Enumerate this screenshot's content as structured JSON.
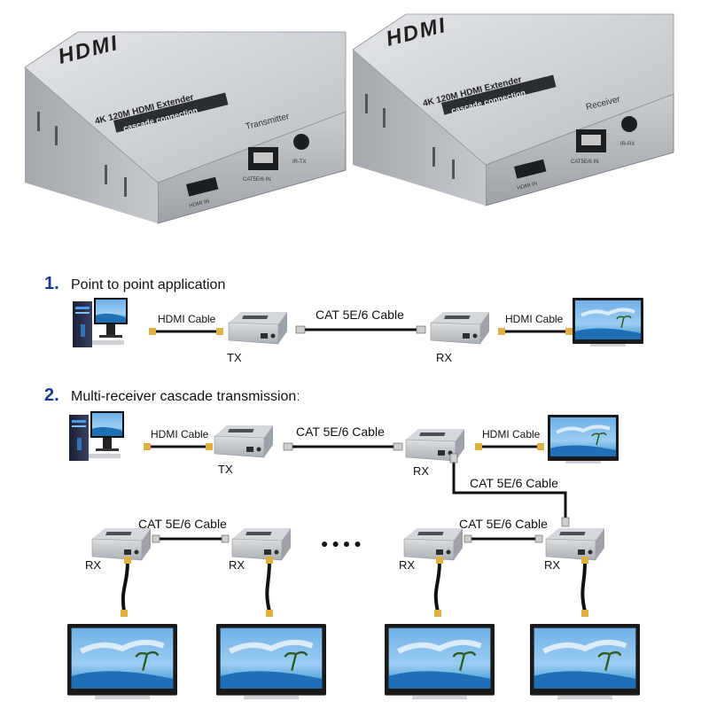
{
  "devices": {
    "logo": "HDMI",
    "title": "4K 120M HDMI Extender",
    "subtitle": "cascade connection",
    "transmitter": {
      "side_label": "Transmitter",
      "ports": [
        "HDMI IN",
        "CAT5E/6 IN",
        "IR-TX"
      ]
    },
    "receiver": {
      "side_label": "Receiver",
      "ports": [
        "HDMI IN",
        "CAT5E/6 IN",
        "IR-RX"
      ]
    }
  },
  "section1": {
    "number": "1.",
    "title": "Point to point application",
    "hdmi_cable_left": "HDMI Cable",
    "cat_cable": "CAT 5E/6 Cable",
    "hdmi_cable_right": "HDMI Cable",
    "tx": "TX",
    "rx": "RX"
  },
  "section2": {
    "number": "2.",
    "title": "Multi-receiver cascade transmissionː",
    "hdmi_cable_left": "HDMI Cable",
    "cat_cable_top": "CAT 5E/6 Cable",
    "hdmi_cable_right": "HDMI Cable",
    "cat_cable_down": "CAT 5E/6 Cable",
    "cat_cable_left": "CAT 5E/6 Cable",
    "cat_cable_right": "CAT 5E/6 Cable",
    "tx": "TX",
    "rx_top": "RX",
    "rx_bottom": [
      "RX",
      "RX",
      "RX",
      "RX"
    ],
    "ellipsis": "●●●●"
  }
}
